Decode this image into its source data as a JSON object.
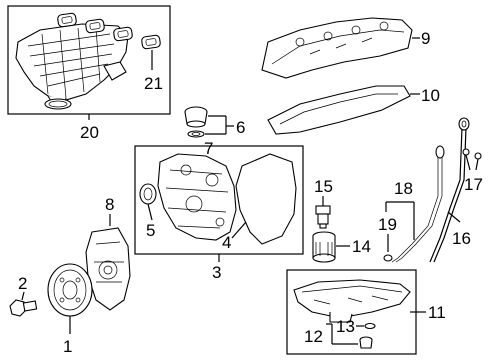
{
  "callouts": {
    "c1": "1",
    "c2": "2",
    "c3": "3",
    "c4": "4",
    "c5": "5",
    "c6": "6",
    "c7": "7",
    "c8": "8",
    "c9": "9",
    "c10": "10",
    "c11": "11",
    "c12": "12",
    "c13": "13",
    "c14": "14",
    "c15": "15",
    "c16": "16",
    "c17": "17",
    "c18": "18",
    "c19": "19",
    "c20": "20",
    "c21": "21"
  },
  "parts": [
    {
      "id": "1",
      "name": "crankshaft-pulley"
    },
    {
      "id": "2",
      "name": "pulley-bolt"
    },
    {
      "id": "3",
      "name": "timing-cover-assembly"
    },
    {
      "id": "4",
      "name": "timing-cover-gasket"
    },
    {
      "id": "5",
      "name": "front-seal"
    },
    {
      "id": "6",
      "name": "oil-filler-cap-assembly"
    },
    {
      "id": "7",
      "name": "filler-cap-seal"
    },
    {
      "id": "8",
      "name": "front-cover"
    },
    {
      "id": "9",
      "name": "valve-cover"
    },
    {
      "id": "10",
      "name": "valve-cover-gasket"
    },
    {
      "id": "11",
      "name": "oil-pan-assembly"
    },
    {
      "id": "12",
      "name": "drain-plug"
    },
    {
      "id": "13",
      "name": "drain-plug-washer"
    },
    {
      "id": "14",
      "name": "oil-filter"
    },
    {
      "id": "15",
      "name": "oil-pressure-sensor"
    },
    {
      "id": "16",
      "name": "dipstick-tube"
    },
    {
      "id": "17",
      "name": "dipstick-tube-fasteners"
    },
    {
      "id": "18",
      "name": "oil-level-indicator-assembly"
    },
    {
      "id": "19",
      "name": "dipstick-tube-seal"
    },
    {
      "id": "20",
      "name": "intake-manifold-assembly"
    },
    {
      "id": "21",
      "name": "intake-manifold-gaskets"
    }
  ]
}
